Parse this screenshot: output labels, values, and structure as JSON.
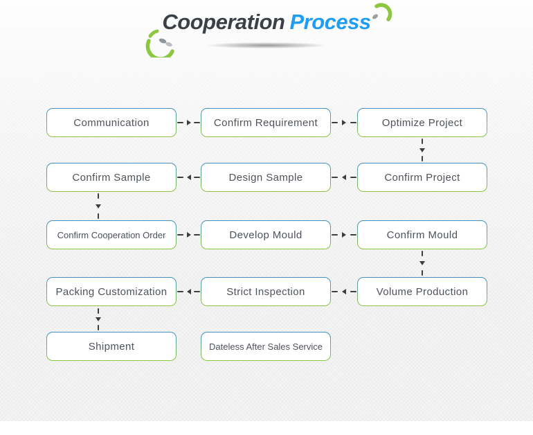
{
  "header": {
    "title_part1": "Cooperation",
    "title_part2": "Process"
  },
  "process": {
    "rows": [
      {
        "flow": "left-to-right",
        "cells": [
          "Communication",
          "Confirm Requirement",
          "Optimize Project"
        ]
      },
      {
        "flow": "right-to-left",
        "cells": [
          "Confirm Sample",
          "Design Sample",
          "Confirm Project"
        ]
      },
      {
        "flow": "left-to-right",
        "cells": [
          "Confirm Cooperation Order",
          "Develop Mould",
          "Confirm Mould"
        ]
      },
      {
        "flow": "right-to-left",
        "cells": [
          "Packing Customization",
          "Strict Inspection",
          "Volume Production"
        ]
      },
      {
        "flow": "none",
        "cells": [
          "Shipment",
          "Dateless After Sales Service"
        ]
      }
    ]
  },
  "colors": {
    "title_dark": "#3b3f46",
    "title_blue": "#1e9df2",
    "border_blue": "#3f8fc4",
    "border_green": "#8dc63f",
    "decor_green": "#8dc63f",
    "decor_gray": "#9aa0a3",
    "box_text": "#4e525a",
    "arrow": "#3a3d42"
  }
}
